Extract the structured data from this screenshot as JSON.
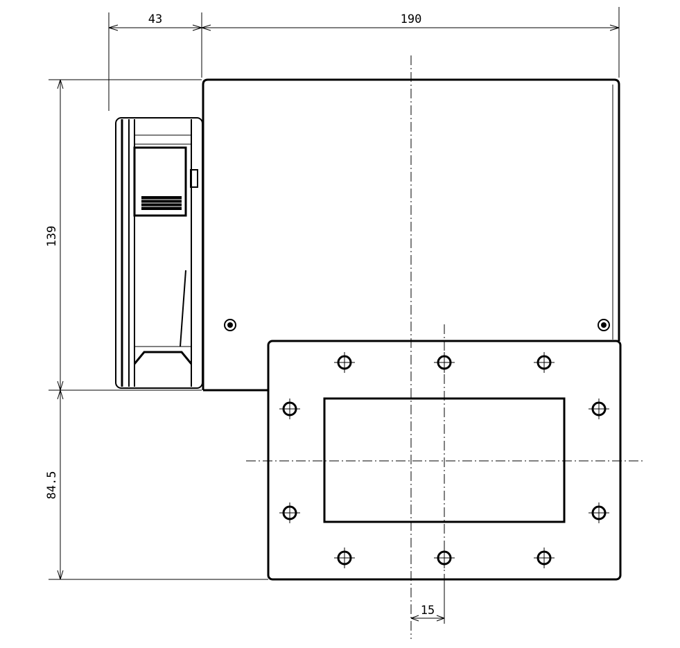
{
  "drawing": {
    "dimensions": {
      "fan_depth": "43",
      "housing_width": "190",
      "housing_height": "139",
      "flange_height": "84.5",
      "centerline_offset": "15"
    }
  }
}
